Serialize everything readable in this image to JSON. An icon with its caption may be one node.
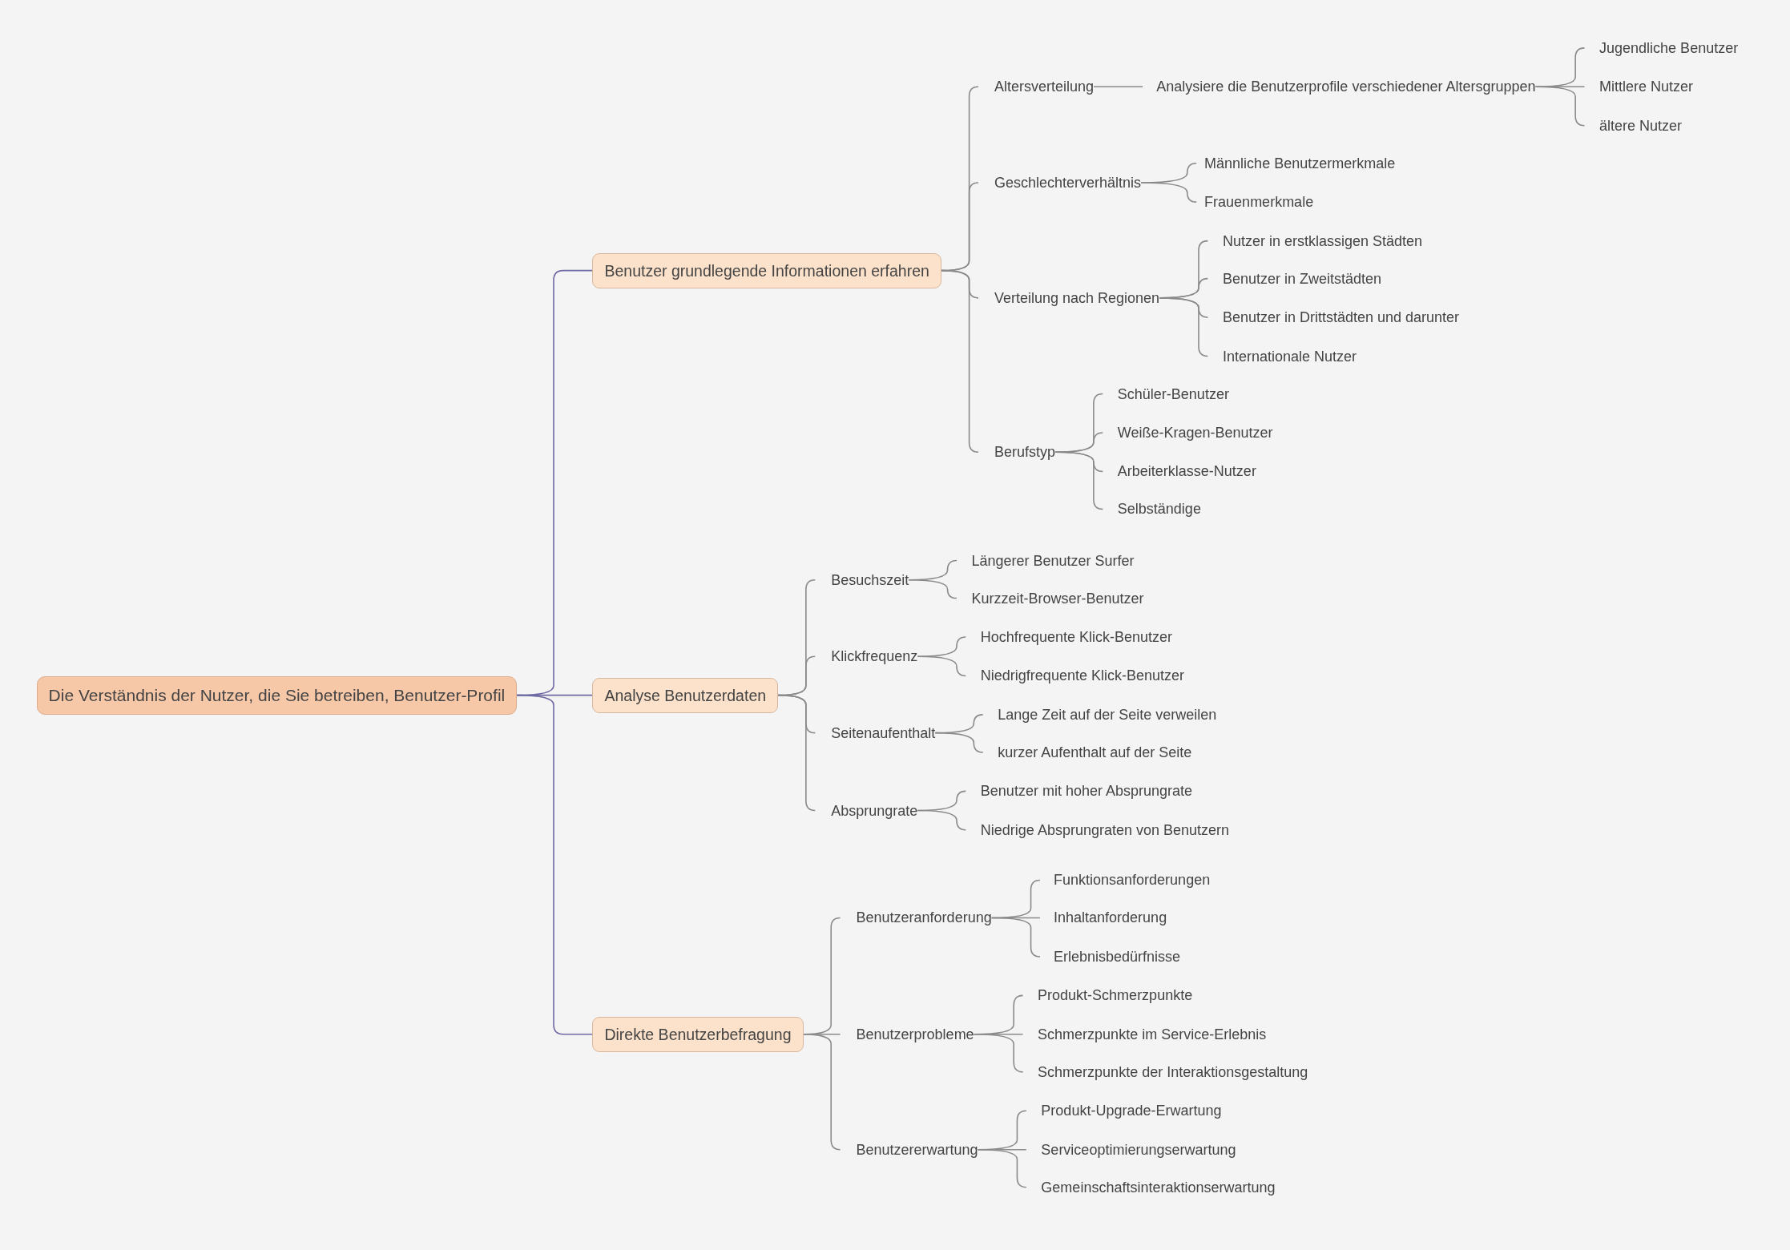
{
  "diagram": {
    "nodes": [
      {
        "text": [
          "Die Verständnis der Nutzer, die Sie betreiben, Benutzer-Profil"
        ]
      },
      {
        "text": [
          "Benutzer grundlegende Informationen erfahren"
        ]
      },
      {
        "text": [
          "Altersverteilung"
        ]
      },
      {
        "text": [
          "Analysiere die Benutzerprofile verschiedener Altersgruppen"
        ]
      },
      {
        "text": [
          "Jugendliche Benutzer"
        ]
      },
      {
        "text": [
          "Mittlere Nutzer"
        ]
      },
      {
        "text": [
          "ältere Nutzer"
        ]
      },
      {
        "text": [
          "Geschlechterverhältnis"
        ]
      },
      {
        "text": [
          "Männliche Benutzermerkmale"
        ]
      },
      {
        "text": [
          "Frauenmerkmale"
        ]
      },
      {
        "text": [
          "Verteilung nach Regionen"
        ]
      },
      {
        "text": [
          "Nutzer in erstklassigen Städten"
        ]
      },
      {
        "text": [
          "Benutzer in Zweitstädten"
        ]
      },
      {
        "text": [
          "Benutzer in Drittstädten und darunter"
        ]
      },
      {
        "text": [
          "Internationale Nutzer"
        ]
      },
      {
        "text": [
          "Berufstyp"
        ]
      },
      {
        "text": [
          "Schüler-Benutzer"
        ]
      },
      {
        "text": [
          "Weiße-Kragen-Benutzer"
        ]
      },
      {
        "text": [
          "Arbeiterklasse-Nutzer"
        ]
      },
      {
        "text": [
          "Selbständige"
        ]
      },
      {
        "text": [
          "Analyse Benutzerdaten"
        ]
      },
      {
        "text": [
          "Besuchszeit"
        ]
      },
      {
        "text": [
          "Längerer Benutzer Surfer"
        ]
      },
      {
        "text": [
          "Kurzzeit-Browser-Benutzer"
        ]
      },
      {
        "text": [
          "Klickfrequenz"
        ]
      },
      {
        "text": [
          "Hochfrequente Klick-Benutzer"
        ]
      },
      {
        "text": [
          "Niedrigfrequente Klick-Benutzer"
        ]
      },
      {
        "text": [
          "Seitenaufenthalt"
        ]
      },
      {
        "text": [
          "Lange Zeit auf der Seite verweilen"
        ]
      },
      {
        "text": [
          "kurzer Aufenthalt auf der Seite"
        ]
      },
      {
        "text": [
          "Absprungrate"
        ]
      },
      {
        "text": [
          "Benutzer mit hoher Absprungrate"
        ]
      },
      {
        "text": [
          "Niedrige Absprungraten von Benutzern"
        ]
      },
      {
        "text": [
          "Direkte Benutzerbefragung"
        ]
      },
      {
        "text": [
          "Benutzeranforderung"
        ]
      },
      {
        "text": [
          "Funktionsanforderungen"
        ]
      },
      {
        "text": [
          "Inhaltanforderung"
        ]
      },
      {
        "text": [
          "Erlebnisbedürfnisse"
        ]
      },
      {
        "text": [
          "Benutzerprobleme"
        ]
      },
      {
        "text": [
          "Produkt-Schmerzpunkte"
        ]
      },
      {
        "text": [
          "Schmerzpunkte im Service-Erlebnis"
        ]
      },
      {
        "text": [
          "Schmerzpunkte der Interaktionsgestaltung"
        ]
      },
      {
        "text": [
          "Benutzererwartung"
        ]
      },
      {
        "text": [
          "Produkt-Upgrade-Erwartung"
        ]
      },
      {
        "text": [
          "Serviceoptimierungserwartung"
        ]
      },
      {
        "text": [
          "Gemeinschaftsinteraktionserwartung"
        ]
      }
    ],
    "edges": [
      {
        "from": 0,
        "to": 1,
        "arrow": "none",
        "color": "#6e69a3"
      },
      {
        "from": 0,
        "to": 20,
        "arrow": "none",
        "color": "#6e69a3"
      },
      {
        "from": 0,
        "to": 33,
        "arrow": "none",
        "color": "#6e69a3"
      },
      {
        "from": 1,
        "to": 2,
        "arrow": "none"
      },
      {
        "from": 1,
        "to": 7,
        "arrow": "none"
      },
      {
        "from": 1,
        "to": 10,
        "arrow": "none"
      },
      {
        "from": 1,
        "to": 15,
        "arrow": "none"
      },
      {
        "from": 2,
        "to": 3,
        "arrow": "none"
      },
      {
        "from": 3,
        "to": 4,
        "arrow": "none"
      },
      {
        "from": 3,
        "to": 5,
        "arrow": "none"
      },
      {
        "from": 3,
        "to": 6,
        "arrow": "none"
      },
      {
        "from": 7,
        "to": 8,
        "arrow": "none"
      },
      {
        "from": 7,
        "to": 9,
        "arrow": "none"
      },
      {
        "from": 10,
        "to": 11,
        "arrow": "none"
      },
      {
        "from": 10,
        "to": 12,
        "arrow": "none"
      },
      {
        "from": 10,
        "to": 13,
        "arrow": "none"
      },
      {
        "from": 10,
        "to": 14,
        "arrow": "none"
      },
      {
        "from": 15,
        "to": 16,
        "arrow": "none"
      },
      {
        "from": 15,
        "to": 17,
        "arrow": "none"
      },
      {
        "from": 15,
        "to": 18,
        "arrow": "none"
      },
      {
        "from": 15,
        "to": 19,
        "arrow": "none"
      },
      {
        "from": 20,
        "to": 21,
        "arrow": "none"
      },
      {
        "from": 20,
        "to": 24,
        "arrow": "none"
      },
      {
        "from": 20,
        "to": 27,
        "arrow": "none"
      },
      {
        "from": 20,
        "to": 30,
        "arrow": "none"
      },
      {
        "from": 21,
        "to": 22,
        "arrow": "none"
      },
      {
        "from": 21,
        "to": 23,
        "arrow": "none"
      },
      {
        "from": 24,
        "to": 25,
        "arrow": "none"
      },
      {
        "from": 24,
        "to": 26,
        "arrow": "none"
      },
      {
        "from": 27,
        "to": 28,
        "arrow": "none"
      },
      {
        "from": 27,
        "to": 29,
        "arrow": "none"
      },
      {
        "from": 30,
        "to": 31,
        "arrow": "none"
      },
      {
        "from": 30,
        "to": 32,
        "arrow": "none"
      },
      {
        "from": 33,
        "to": 34,
        "arrow": "none"
      },
      {
        "from": 33,
        "to": 38,
        "arrow": "none"
      },
      {
        "from": 33,
        "to": 42,
        "arrow": "none"
      },
      {
        "from": 34,
        "to": 35,
        "arrow": "none"
      },
      {
        "from": 34,
        "to": 36,
        "arrow": "none"
      },
      {
        "from": 34,
        "to": 37,
        "arrow": "none"
      },
      {
        "from": 38,
        "to": 39,
        "arrow": "none"
      },
      {
        "from": 38,
        "to": 40,
        "arrow": "none"
      },
      {
        "from": 38,
        "to": 41,
        "arrow": "none"
      },
      {
        "from": 42,
        "to": 43,
        "arrow": "none"
      },
      {
        "from": 42,
        "to": 44,
        "arrow": "none"
      },
      {
        "from": 42,
        "to": 45,
        "arrow": "none"
      }
    ]
  }
}
